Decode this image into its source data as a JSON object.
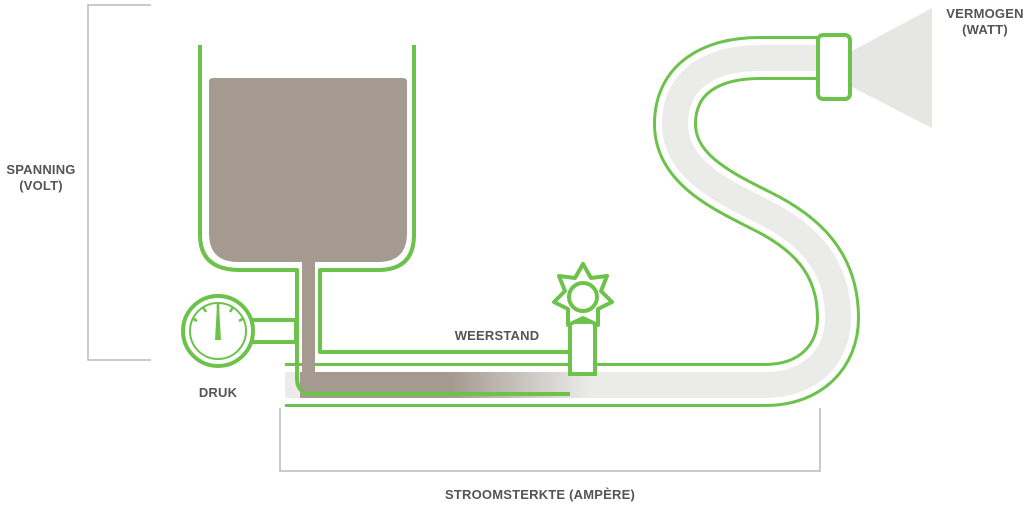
{
  "labels": {
    "spanning": "SPANNING",
    "spanning_unit": "(VOLT)",
    "druk": "DRUK",
    "weerstand": "WEERSTAND",
    "stroomsterkte": "STROOMSTERKTE (AMPÈRE)",
    "vermogen": "VERMOGEN",
    "vermogen_unit": "(WATT)"
  },
  "colors": {
    "outline_green": "#6cc24a",
    "water_brown": "#a59a90",
    "hose_fill": "#ebebea",
    "spray": "#e6e6e3",
    "bracket_grey": "#b8b8b8",
    "text_grey": "#555555"
  }
}
